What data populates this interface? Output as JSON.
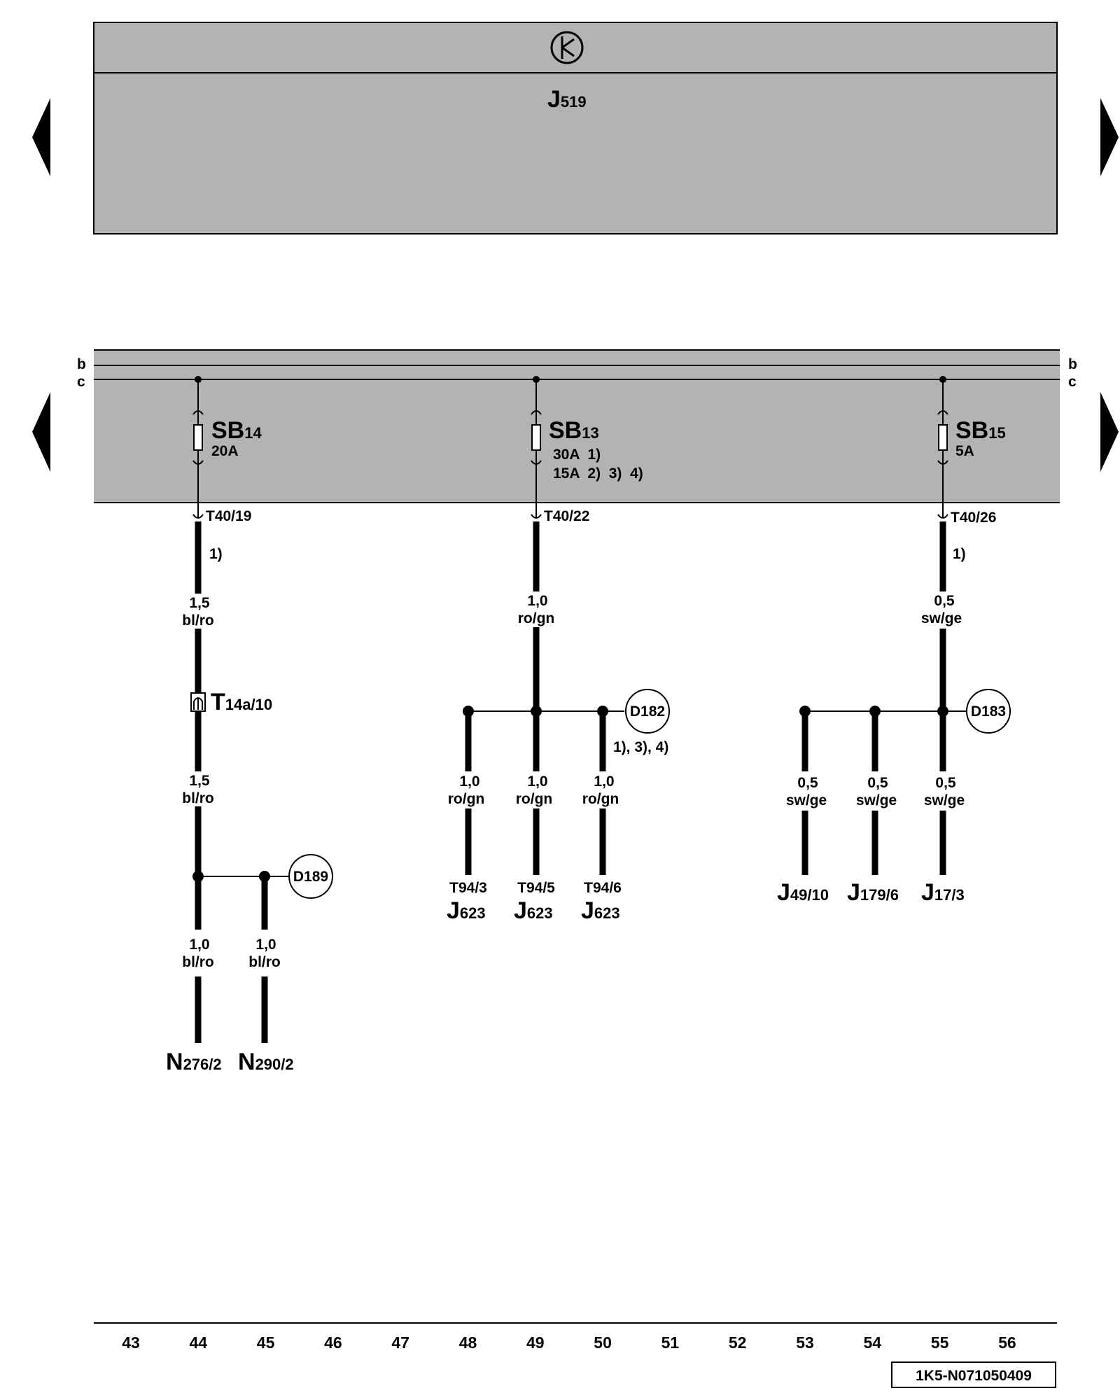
{
  "module": {
    "name": "J",
    "sub": "519",
    "symbol": "ground-symbol"
  },
  "bus_labels": {
    "b": "b",
    "c": "c"
  },
  "fuses": [
    {
      "name": "SB",
      "sub": "14",
      "ratings": [
        "20A"
      ],
      "output": "T40/19",
      "note": "1)"
    },
    {
      "name": "SB",
      "sub": "13",
      "ratings": [
        "30A  1)",
        "15A  2)  3)  4)"
      ],
      "output": "T40/22",
      "note": ""
    },
    {
      "name": "SB",
      "sub": "15",
      "ratings": [
        "5A"
      ],
      "output": "T40/26",
      "note": "1)"
    }
  ],
  "wires": {
    "w44_top": [
      "1,5",
      "bl/ro"
    ],
    "w44_mid": [
      "1,5",
      "bl/ro"
    ],
    "w44_bot": [
      "1,0",
      "bl/ro"
    ],
    "w45_bot": [
      "1,0",
      "bl/ro"
    ],
    "w49_top": [
      "1,0",
      "ro/gn"
    ],
    "w48": [
      "1,0",
      "ro/gn"
    ],
    "w49": [
      "1,0",
      "ro/gn"
    ],
    "w50": [
      "1,0",
      "ro/gn"
    ],
    "w55_top": [
      "0,5",
      "sw/ge"
    ],
    "w53": [
      "0,5",
      "sw/ge"
    ],
    "w54": [
      "0,5",
      "sw/ge"
    ],
    "w55": [
      "0,5",
      "sw/ge"
    ]
  },
  "connector": {
    "name": "T",
    "sub": "14a/10"
  },
  "splices": {
    "d189": "D189",
    "d182": "D182",
    "d182_note": "1), 3), 4)",
    "d183": "D183"
  },
  "terminals": {
    "t48_pin": "T94/3",
    "t49_pin": "T94/5",
    "t50_pin": "T94/6",
    "j623": {
      "name": "J",
      "sub": "623"
    },
    "n276": {
      "name": "N",
      "sub": "276/2"
    },
    "n290": {
      "name": "N",
      "sub": "290/2"
    },
    "j49": {
      "name": "J",
      "sub": "49/10"
    },
    "j179": {
      "name": "J",
      "sub": "179/6"
    },
    "j17": {
      "name": "J",
      "sub": "17/3"
    }
  },
  "current_tracks": [
    "43",
    "44",
    "45",
    "46",
    "47",
    "48",
    "49",
    "50",
    "51",
    "52",
    "53",
    "54",
    "55",
    "56"
  ],
  "doc_id": "1K5-N071050409",
  "colors": {
    "panel": "#b3b3b3",
    "line": "#000000",
    "background": "#ffffff"
  }
}
